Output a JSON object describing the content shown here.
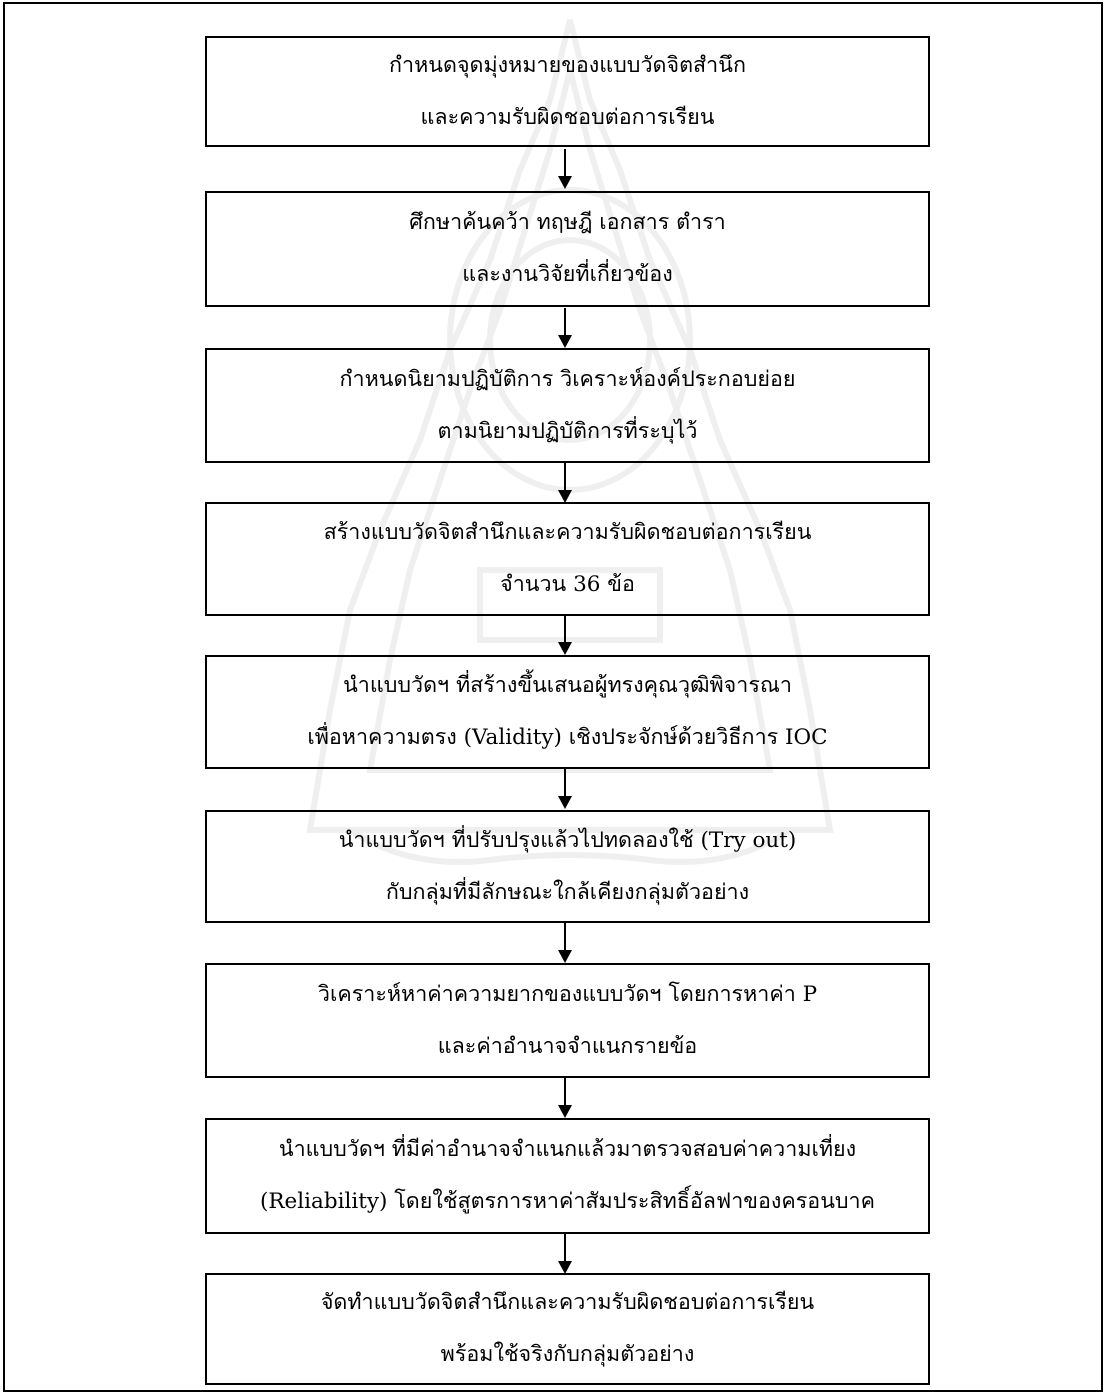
{
  "flowchart": {
    "steps": [
      {
        "line1": "กำหนดจุดมุ่งหมายของแบบวัดจิตสำนึก",
        "line2": "และความรับผิดชอบต่อการเรียน"
      },
      {
        "line1": "ศึกษาค้นคว้า ทฤษฎี เอกสาร ตำรา",
        "line2": "และงานวิจัยที่เกี่ยวข้อง"
      },
      {
        "line1": "กำหนดนิยามปฏิบัติการ วิเคราะห์องค์ประกอบย่อย",
        "line2": "ตามนิยามปฏิบัติการที่ระบุไว้"
      },
      {
        "line1": "สร้างแบบวัดจิตสำนึกและความรับผิดชอบต่อการเรียน",
        "line2": "จำนวน 36 ข้อ"
      },
      {
        "line1": "นำแบบวัดฯ ที่สร้างขึ้นเสนอผู้ทรงคุณวุฒิพิจารณา",
        "line2": "เพื่อหาความตรง (Validity) เชิงประจักษ์ด้วยวิธีการ IOC"
      },
      {
        "line1": "นำแบบวัดฯ ที่ปรับปรุงแล้วไปทดลองใช้ (Try out)",
        "line2": "กับกลุ่มที่มีลักษณะใกล้เคียงกลุ่มตัวอย่าง"
      },
      {
        "line1": "วิเคราะห์หาค่าความยากของแบบวัดฯ โดยการหาค่า P",
        "line2": "และค่าอำนาจจำแนกรายข้อ"
      },
      {
        "line1": "นำแบบวัดฯ ที่มีค่าอำนาจจำแนกแล้วมาตรวจสอบค่าความเที่ยง",
        "line2": "(Reliability) โดยใช้สูตรการหาค่าสัมประสิทธิ์อัลฟาของครอนบาค"
      },
      {
        "line1": "จัดทำแบบวัดจิตสำนึกและความรับผิดชอบต่อการเรียน",
        "line2": "พร้อมใช้จริงกับกลุ่มตัวอย่าง"
      }
    ]
  },
  "colors": {
    "line": "#000000",
    "background": "#ffffff",
    "watermark": "#8a8a8a"
  }
}
